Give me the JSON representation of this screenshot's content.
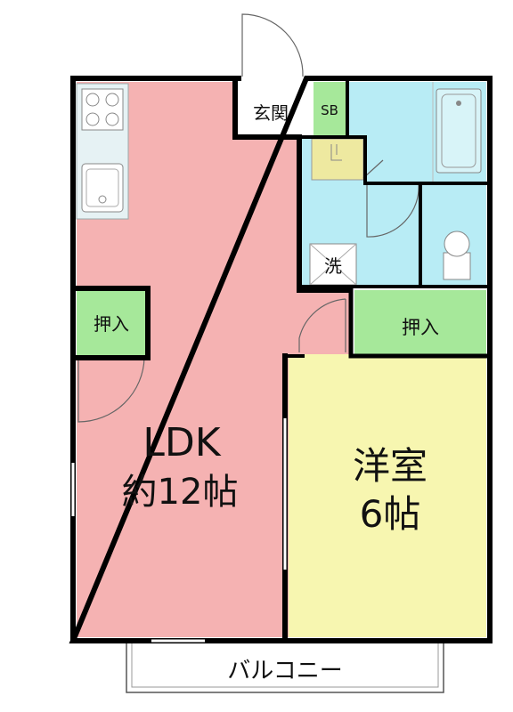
{
  "rooms": {
    "ldk": {
      "name": "LDK",
      "size": "約12帖",
      "color": "#f5b2b2"
    },
    "western": {
      "name": "洋室",
      "size": "6帖",
      "color": "#f7f6b0"
    },
    "entrance": {
      "name": "玄関",
      "color": "#ffffff"
    },
    "shoebox": {
      "name": "SB",
      "color": "#a6e89a"
    },
    "closet_ldk": {
      "name": "押入",
      "color": "#a6e89a"
    },
    "closet_western": {
      "name": "押入",
      "color": "#a6e89a"
    },
    "laundry": {
      "name": "洗"
    },
    "wet_area_color": "#b8ecf5",
    "balcony": {
      "name": "バルコニー"
    }
  },
  "colors": {
    "wall": "#000000",
    "kitchen": "#e6f2f4",
    "vanity": "#eee9a0"
  },
  "icons": [
    "stove-icon",
    "sink-icon",
    "bathtub-icon",
    "toilet-icon",
    "washbasin-icon",
    "door-swing-icon"
  ]
}
